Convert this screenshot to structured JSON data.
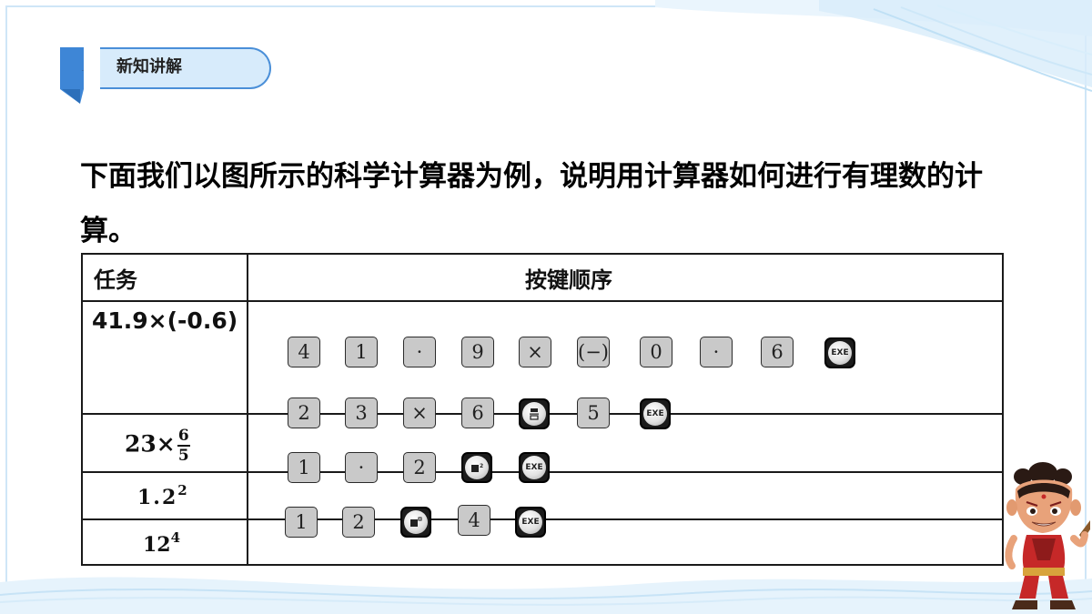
{
  "header": {
    "tag_label": "新知讲解",
    "tag_marker": "."
  },
  "intro": "下面我们以图所示的科学计算器为例，说明用计算器如何进行有理数的计算。",
  "table": {
    "headers": {
      "task": "任务",
      "keys": "按键顺序"
    },
    "tasks": [
      {
        "expr": "41.9×(-0.6)"
      },
      {
        "base": "23×",
        "num": "6",
        "den": "5"
      },
      {
        "base": "1.2",
        "power": "2"
      },
      {
        "base": "12",
        "power": "4"
      }
    ],
    "key_rows": [
      [
        "4",
        "1",
        "·",
        "9",
        "×",
        "(−)",
        "0",
        "·",
        "6",
        "EXE"
      ],
      [
        "2",
        "3",
        "×",
        "6",
        "fraction-key",
        "5",
        "EXE"
      ],
      [
        "1",
        "·",
        "2",
        "square-key",
        "EXE"
      ],
      [
        "1",
        "2",
        "power-key",
        "4",
        "EXE"
      ]
    ]
  },
  "keys": {
    "exe": "EXE",
    "fraction_glyph": "▭/▭",
    "square_glyph": "■²",
    "power_glyph": "■▫"
  },
  "colors": {
    "tag_fill": "#d7ebfb",
    "tag_border": "#4a8fd8",
    "tag_fold": "#3e86d6",
    "key_fill": "#c9c9c9",
    "fn_key": "#1b1b1b"
  },
  "icons": [
    "mascot-character-image",
    "wave-decoration"
  ]
}
